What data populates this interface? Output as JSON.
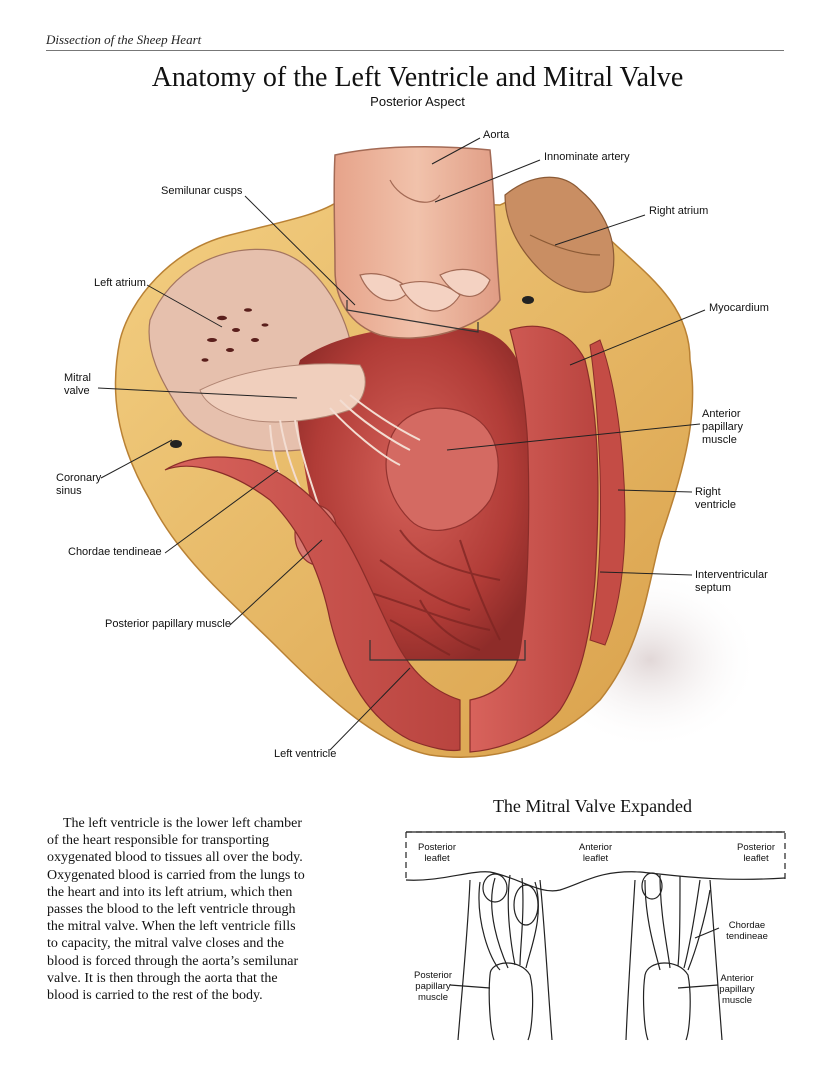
{
  "header": {
    "section": "Dissection of the Sheep Heart"
  },
  "title": "Anatomy of the Left Ventricle and Mitral Valve",
  "subtitle": "Posterior Aspect",
  "labels": {
    "aorta": "Aorta",
    "innominate_artery": "Innominate artery",
    "semilunar_cusps": "Semilunar cusps",
    "right_atrium": "Right atrium",
    "left_atrium": "Left atrium",
    "myocardium": "Myocardium",
    "mitral_valve": "Mitral\nvalve",
    "anterior_papillary_muscle": "Anterior\npapillary\nmuscle",
    "coronary_sinus": "Coronary\nsinus",
    "right_ventricle": "Right\nventricle",
    "chordae_tendineae": "Chordae tendineae",
    "interventricular_septum": "Interventricular\nseptum",
    "posterior_papillary_muscle": "Posterior papillary muscle",
    "left_ventricle": "Left ventricle"
  },
  "body_text": "The left ventricle is the lower left chamber of the heart responsible for transporting oxygenated blood to tissues all over the body. Oxygenated blood is carried from the lungs to the heart and into its left atrium, which then passes the blood to the left ventricle through the mitral valve. When the left ventricle fills to capacity, the mitral valve closes and the blood is forced through the aorta’s semilunar valve. It is then through the aorta that the blood is carried to the rest of the body.",
  "inset": {
    "title": "The Mitral Valve Expanded",
    "labels": {
      "posterior_leaflet_left": "Posterior\nleaflet",
      "anterior_leaflet": "Anterior\nleaflet",
      "posterior_leaflet_right": "Posterior\nleaflet",
      "chordae_tendineae": "Chordae\ntendineae",
      "posterior_papillary_muscle": "Posterior\npapillary\nmuscle",
      "anterior_papillary_muscle": "Anterior\npapillary\nmuscle"
    }
  },
  "colors": {
    "muscle": "#c9514a",
    "muscle_dark": "#9e3a36",
    "fat": "#e8b65e",
    "tissue_pale": "#e9b9a4",
    "interior": "#b8403b"
  }
}
